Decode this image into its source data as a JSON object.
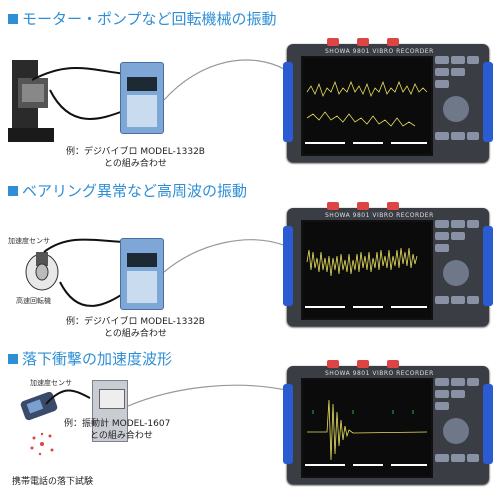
{
  "sections": [
    {
      "heading": "モーター・ポンプなど回転機械の振動",
      "caption_line1": "例：デジバイブロ MODEL-1332B",
      "caption_line2": "との組み合わせ"
    },
    {
      "heading": "ベアリング異常など高周波の振動",
      "caption_line1": "例：デジバイブロ MODEL-1332B",
      "caption_line2": "との組み合わせ",
      "sensor_label": "加速度センサ",
      "machine_label": "高速回転機"
    },
    {
      "heading": "落下衝撃の加速度波形",
      "caption_line1": "例：振動計 MODEL-1607",
      "caption_line2": "との組み合わせ",
      "sensor_label": "加速度センサ",
      "phone_label": "携帯電話の落下試験"
    }
  ],
  "recorder_brand": "SHOWA 9801 VIBRO RECORDER",
  "colors": {
    "heading": "#2f8fd6",
    "recorder_body": "#3a3d44",
    "recorder_side": "#2a5bd0",
    "waveform": "#e8e060"
  }
}
